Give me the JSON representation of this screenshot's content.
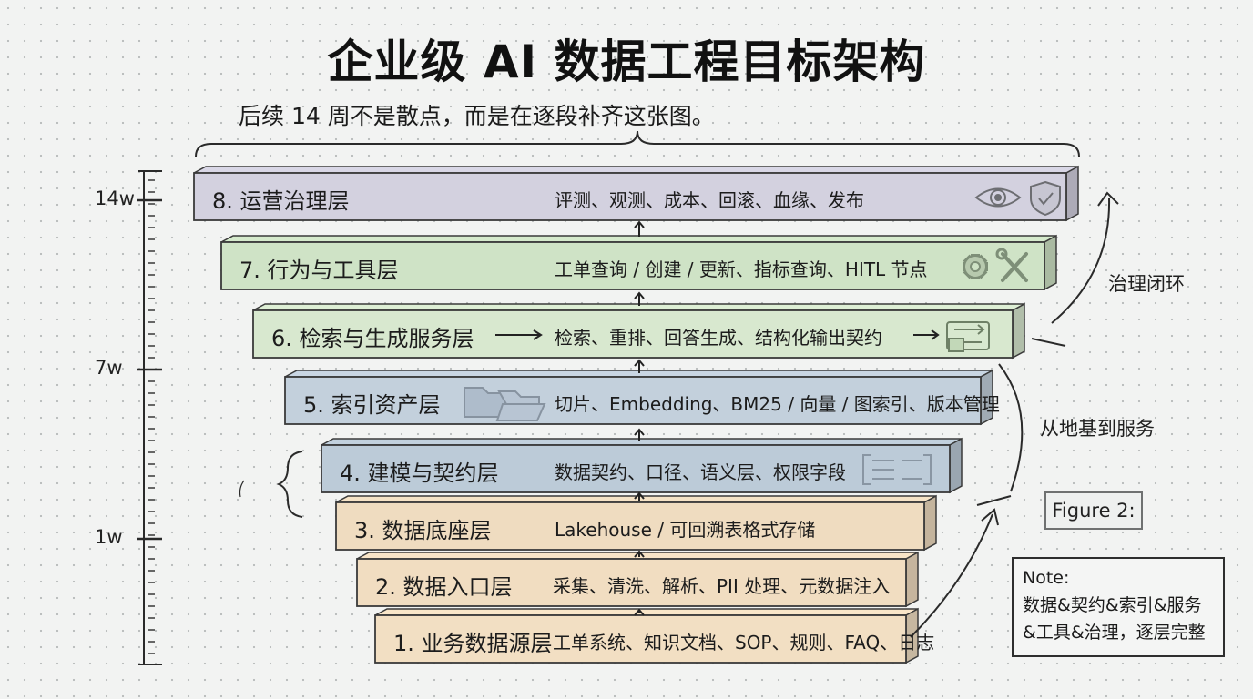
{
  "title": "企业级 AI 数据工程目标架构",
  "subtitle": "后续 14 周不是散点，而是在逐段补齐这张图。",
  "timeline": {
    "ticks": [
      {
        "label": "14w"
      },
      {
        "label": "7w"
      },
      {
        "label": "1w"
      }
    ]
  },
  "layers": [
    {
      "label": "8. 运营治理层",
      "desc": "评测、观测、成本、回滚、血缘、发布",
      "color": "#d3d1df",
      "icons": [
        "eye-icon",
        "shield-check-icon"
      ]
    },
    {
      "label": "7. 行为与工具层",
      "desc": "工单查询 / 创建 / 更新、指标查询、HITL 节点",
      "color": "#cfe3c6",
      "icons": [
        "gear-icon",
        "wrench-screwdriver-icon"
      ]
    },
    {
      "label": "6. 检索与生成服务层",
      "desc": "检索、重排、回答生成、结构化输出契约",
      "color": "#d8e8cf",
      "icons": [
        "flow-arrow-icon",
        "document-flow-icon"
      ]
    },
    {
      "label": "5. 索引资产层",
      "desc": "切片、Embedding、BM25 / 向量 / 图索引、版本管理",
      "color": "#c3d0dc",
      "icons": [
        "folder-icon",
        "open-folder-icon"
      ]
    },
    {
      "label": "4. 建模与契约层",
      "desc": "数据契约、口径、语义层、权限字段",
      "color": "#bccbd8",
      "icons": [
        "schema-table-icon"
      ]
    },
    {
      "label": "3. 数据底座层",
      "desc": "Lakehouse / 可回溯表格式存储",
      "color": "#efdcc0",
      "icons": []
    },
    {
      "label": "2. 数据入口层",
      "desc": "采集、清洗、解析、PII 处理、元数据注入",
      "color": "#f1ddc1",
      "icons": []
    },
    {
      "label": "1. 业务数据源层",
      "desc": "工单系统、知识文档、SOP、规则、FAQ、日志",
      "color": "#f2dfc3",
      "icons": []
    }
  ],
  "side_labels": {
    "governance_loop": "治理闭环",
    "foundation_to_service": "从地基到服务"
  },
  "figure_label": "Figure 2:",
  "note": {
    "lines": [
      "Note:",
      "数据&契约&索引&服务",
      "&工具&治理，逐层完整"
    ]
  }
}
